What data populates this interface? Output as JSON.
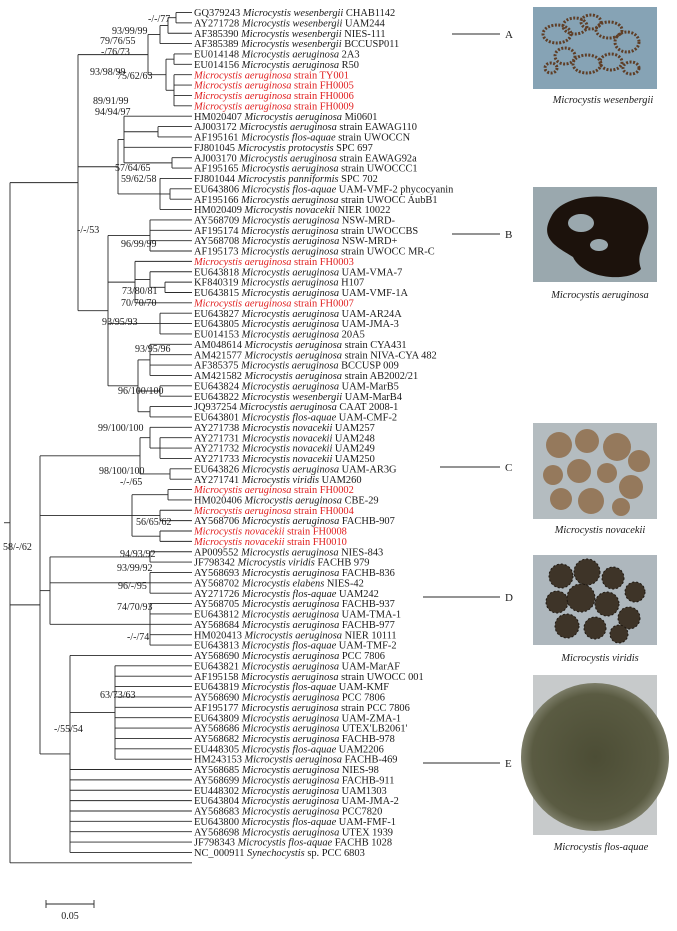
{
  "scale_bar": {
    "label": "0.05"
  },
  "clades": [
    {
      "letter": "A",
      "caption": "Microcystis wesenbergii",
      "image": "micrograph-wesenbergii",
      "colors": [
        "#86a3b5",
        "#5f3e26"
      ]
    },
    {
      "letter": "B",
      "caption": "Microcystis aeruginosa",
      "image": "micrograph-aeruginosa",
      "colors": [
        "#9aa8ae",
        "#1c120c"
      ]
    },
    {
      "letter": "C",
      "caption": "Microcystis novacekii",
      "image": "micrograph-novacekii",
      "colors": [
        "#b4bcc0",
        "#8f6d4a"
      ]
    },
    {
      "letter": "D",
      "caption": "Microcystis viridis",
      "image": "micrograph-viridis",
      "colors": [
        "#aeb7bd",
        "#3e3428"
      ]
    },
    {
      "letter": "E",
      "caption": "Microcystis flos-aquae",
      "image": "micrograph-flos-aquae",
      "colors": [
        "#c7cacb",
        "#5a5b42"
      ]
    }
  ],
  "colors": {
    "highlight": "#e02020",
    "text": "#1a1a1a",
    "line": "#2a2a2a"
  },
  "bootstrap": [
    "-/-/77",
    "93/99/99",
    "79/76/55",
    "-/76/73",
    "93/98/99",
    "75/62/63",
    "89/91/99",
    "94/94/97",
    "57/64/65",
    "59/62/58",
    "-/-/53",
    "96/99/99",
    "73/80/81",
    "70/70/70",
    "93/95/93",
    "93/95/96",
    "96/100/100",
    "99/100/100",
    "98/100/100",
    "-/-/65",
    "56/65/62",
    "58/-/62",
    "94/93/92",
    "93/99/92",
    "96/-/95",
    "74/70/93",
    "-/-/74",
    "63/73/63",
    "-/55/54"
  ],
  "taxa": [
    {
      "acc": "GQ379243",
      "sp": "Microcystis wesenbergii",
      "strain": "CHAB1142",
      "highlight": false
    },
    {
      "acc": "AY271728",
      "sp": "Microcystis wesenbergii",
      "strain": "UAM244",
      "highlight": false
    },
    {
      "acc": "AF385390",
      "sp": "Microcystis wesenbergii",
      "strain": "NIES-111",
      "highlight": false
    },
    {
      "acc": "AF385389",
      "sp": "Microcystis wesenbergii",
      "strain": "BCCUSP011",
      "highlight": false
    },
    {
      "acc": "EU014148",
      "sp": "Microcystis aeruginosa",
      "strain": "2A3",
      "highlight": false
    },
    {
      "acc": "EU014156",
      "sp": "Microcystis aeruginosa",
      "strain": "R50",
      "highlight": false
    },
    {
      "acc": "",
      "sp": "Microcystis aeruginosa",
      "strain": "strain TY001",
      "highlight": true
    },
    {
      "acc": "",
      "sp": "Microcystis aeruginosa",
      "strain": "strain FH0005",
      "highlight": true
    },
    {
      "acc": "",
      "sp": "Microcystis aeruginosa",
      "strain": "strain FH0006",
      "highlight": true
    },
    {
      "acc": "",
      "sp": "Microcystis aeruginosa",
      "strain": "strain FH0009",
      "highlight": true
    },
    {
      "acc": "HM020407",
      "sp": "Microcystis aeruginosa",
      "strain": "Mi0601",
      "highlight": false
    },
    {
      "acc": "AJ003172",
      "sp": "Microcystis aeruginosa",
      "strain": "strain EAWAG110",
      "highlight": false
    },
    {
      "acc": "AF195161",
      "sp": "Microcystis flos-aquae",
      "strain": "strain UWOCCN",
      "highlight": false
    },
    {
      "acc": "FJ801045",
      "sp": "Microcystis protocystis",
      "strain": "SPC 697",
      "highlight": false
    },
    {
      "acc": "AJ003170",
      "sp": "Microcystis aeruginosa",
      "strain": "strain EAWAG92a",
      "highlight": false
    },
    {
      "acc": "AF195165",
      "sp": "Microcystis aeruginosa",
      "strain": "strain UWOCCC1",
      "highlight": false
    },
    {
      "acc": "FJ801044",
      "sp": "Microcystis panniformis",
      "strain": "SPC 702",
      "highlight": false
    },
    {
      "acc": "EU643806",
      "sp": "Microcystis flos-aquae",
      "strain": "UAM-VMF-2 phycocyanin",
      "highlight": false
    },
    {
      "acc": "AF195166",
      "sp": "Microcystis aeruginosa",
      "strain": "strain UWOCC AubB1",
      "highlight": false
    },
    {
      "acc": "HM020409",
      "sp": "Microcystis novacekii",
      "strain": "NIER 10022",
      "highlight": false
    },
    {
      "acc": "AY568709",
      "sp": "Microcystis aeruginosa",
      "strain": "NSW-MRD-",
      "highlight": false
    },
    {
      "acc": "AF195174",
      "sp": "Microcystis aeruginosa",
      "strain": "strain UWOCCBS",
      "highlight": false
    },
    {
      "acc": "AY568708",
      "sp": "Microcystis aeruginosa",
      "strain": "NSW-MRD+",
      "highlight": false
    },
    {
      "acc": "AF195173",
      "sp": "Microcystis aeruginosa",
      "strain": "strain UWOCC MR-C",
      "highlight": false
    },
    {
      "acc": "",
      "sp": "Microcystis aeruginosa",
      "strain": "strain FH0003",
      "highlight": true
    },
    {
      "acc": "EU643818",
      "sp": "Microcystis aeruginosa",
      "strain": "UAM-VMA-7",
      "highlight": false
    },
    {
      "acc": "KF840319",
      "sp": "Microcystis aeruginosa",
      "strain": "H107",
      "highlight": false
    },
    {
      "acc": "EU643815",
      "sp": "Microcystis aeruginosa",
      "strain": "UAM-VMF-1A",
      "highlight": false
    },
    {
      "acc": "",
      "sp": "Microcystis aeruginosa",
      "strain": "strain FH0007",
      "highlight": true
    },
    {
      "acc": "EU643827",
      "sp": "Microcystis aeruginosa",
      "strain": "UAM-AR24A",
      "highlight": false
    },
    {
      "acc": "EU643805",
      "sp": "Microcystis aeruginosa",
      "strain": "UAM-JMA-3",
      "highlight": false
    },
    {
      "acc": "EU014153",
      "sp": "Microcystis aeruginosa",
      "strain": "20A5",
      "highlight": false
    },
    {
      "acc": "AM048614",
      "sp": "Microcystis aeruginosa",
      "strain": "strain CYA431",
      "highlight": false
    },
    {
      "acc": "AM421577",
      "sp": "Microcystis aeruginosa",
      "strain": "strain NIVA-CYA 482",
      "highlight": false
    },
    {
      "acc": "AF385375",
      "sp": "Microcystis aeruginosa",
      "strain": "BCCUSP 009",
      "highlight": false
    },
    {
      "acc": "AM421582",
      "sp": "Microcystis aeruginosa",
      "strain": "strain AB2002/21",
      "highlight": false
    },
    {
      "acc": "EU643824",
      "sp": "Microcystis aeruginosa",
      "strain": "UAM-MarB5",
      "highlight": false
    },
    {
      "acc": "EU643822",
      "sp": "Microcystis wesenbergii",
      "strain": "UAM-MarB4",
      "highlight": false
    },
    {
      "acc": "JQ937254",
      "sp": "Microcystis aeruginosa",
      "strain": "CAAT 2008-1",
      "highlight": false
    },
    {
      "acc": "EU643801",
      "sp": "Microcystis flos-aquae",
      "strain": "UAM-CMF-2",
      "highlight": false
    },
    {
      "acc": "AY271738",
      "sp": "Microcystis novacekii",
      "strain": "UAM257",
      "highlight": false
    },
    {
      "acc": "AY271731",
      "sp": "Microcystis novacekii",
      "strain": "UAM248",
      "highlight": false
    },
    {
      "acc": "AY271732",
      "sp": "Microcystis novacekii",
      "strain": "UAM249",
      "highlight": false
    },
    {
      "acc": "AY271733",
      "sp": "Microcystis novacekii",
      "strain": "UAM250",
      "highlight": false
    },
    {
      "acc": "EU643826",
      "sp": "Microcystis aeruginosa",
      "strain": "UAM-AR3G",
      "highlight": false
    },
    {
      "acc": "AY271741",
      "sp": "Microcystis viridis",
      "strain": "UAM260",
      "highlight": false
    },
    {
      "acc": "",
      "sp": "Microcystis aeruginosa",
      "strain": "strain FH0002",
      "highlight": true
    },
    {
      "acc": "HM020406",
      "sp": "Microcystis aeruginosa",
      "strain": "CBE-29",
      "highlight": false
    },
    {
      "acc": "",
      "sp": "Microcystis aeruginosa",
      "strain": "strain FH0004",
      "highlight": true
    },
    {
      "acc": "AY568706",
      "sp": "Microcystis aeruginosa",
      "strain": "FACHB-907",
      "highlight": false
    },
    {
      "acc": "",
      "sp": "Microcystis novacekii",
      "strain": "strain FH0008",
      "highlight": true
    },
    {
      "acc": "",
      "sp": "Microcystis novacekii",
      "strain": "strain FH0010",
      "highlight": true
    },
    {
      "acc": "AP009552",
      "sp": "Microcystis aeruginosa",
      "strain": "NIES-843",
      "highlight": false
    },
    {
      "acc": "JF798342",
      "sp": "Microcystis viridis",
      "strain": "FACHB 979",
      "highlight": false
    },
    {
      "acc": "AY568693",
      "sp": "Microcystis aeruginosa",
      "strain": "FACHB-836",
      "highlight": false
    },
    {
      "acc": "AY568702",
      "sp": "Microcystis elabens",
      "strain": "NIES-42",
      "highlight": false
    },
    {
      "acc": "AY271726",
      "sp": "Microcystis flos-aquae",
      "strain": "UAM242",
      "highlight": false
    },
    {
      "acc": "AY568705",
      "sp": "Microcystis aeruginosa",
      "strain": "FACHB-937",
      "highlight": false
    },
    {
      "acc": "EU643812",
      "sp": "Microcystis aeruginosa",
      "strain": "UAM-TMA-1",
      "highlight": false
    },
    {
      "acc": "AY568684",
      "sp": "Microcystis aeruginosa",
      "strain": "FACHB-977",
      "highlight": false
    },
    {
      "acc": "HM020413",
      "sp": "Microcystis aeruginosa",
      "strain": "NIER 10111",
      "highlight": false
    },
    {
      "acc": "EU643813",
      "sp": "Microcystis flos-aquae",
      "strain": "UAM-TMF-2",
      "highlight": false
    },
    {
      "acc": "AY568690",
      "sp": "Microcystis aeruginosa",
      "strain": "PCC 7806",
      "highlight": false
    },
    {
      "acc": "EU643821",
      "sp": "Microcystis aeruginosa",
      "strain": "UAM-MarAF",
      "highlight": false
    },
    {
      "acc": "AF195158",
      "sp": "Microcystis aeruginosa",
      "strain": "strain UWOCC 001",
      "highlight": false
    },
    {
      "acc": "EU643819",
      "sp": "Microcystis flos-aquae",
      "strain": "UAM-KMF",
      "highlight": false
    },
    {
      "acc": "AY568690",
      "sp": "Microcystis aeruginosa",
      "strain": "PCC 7806",
      "highlight": false
    },
    {
      "acc": "AF195177",
      "sp": "Microcystis aeruginosa",
      "strain": "strain PCC 7806",
      "highlight": false
    },
    {
      "acc": "EU643809",
      "sp": "Microcystis aeruginosa",
      "strain": "UAM-ZMA-1",
      "highlight": false
    },
    {
      "acc": "AY568686",
      "sp": "Microcystis aeruginosa",
      "strain": "UTEX'LB2061'",
      "highlight": false
    },
    {
      "acc": "AY568682",
      "sp": "Microcystis aeruginosa",
      "strain": "FACHB-978",
      "highlight": false
    },
    {
      "acc": "EU448305",
      "sp": "Microcystis flos-aquae",
      "strain": "UAM2206",
      "highlight": false
    },
    {
      "acc": "HM243153",
      "sp": "Microcystis aeruginosa",
      "strain": "FACHB-469",
      "highlight": false
    },
    {
      "acc": "AY568685",
      "sp": "Microcystis aeruginosa",
      "strain": "NIES-98",
      "highlight": false
    },
    {
      "acc": "AY568699",
      "sp": "Microcystis aeruginosa",
      "strain": "FACHB-911",
      "highlight": false
    },
    {
      "acc": "EU448302",
      "sp": "Microcystis aeruginosa",
      "strain": "UAM1303",
      "highlight": false
    },
    {
      "acc": "EU643804",
      "sp": "Microcystis aeruginosa",
      "strain": "UAM-JMA-2",
      "highlight": false
    },
    {
      "acc": "AY568683",
      "sp": "Microcystis aeruginosa",
      "strain": "PCC7820",
      "highlight": false
    },
    {
      "acc": "EU643800",
      "sp": "Microcystis flos-aquae",
      "strain": "UAM-FMF-1",
      "highlight": false
    },
    {
      "acc": "AY568698",
      "sp": "Microcystis aeruginosa",
      "strain": "UTEX 1939",
      "highlight": false
    },
    {
      "acc": "JF798343",
      "sp": "Microcystis flos-aquae",
      "strain": "FACHB 1028",
      "highlight": false
    },
    {
      "acc": "NC_000911",
      "sp": "Synechocystis",
      "strain": "sp. PCC 6803",
      "highlight": false
    }
  ]
}
